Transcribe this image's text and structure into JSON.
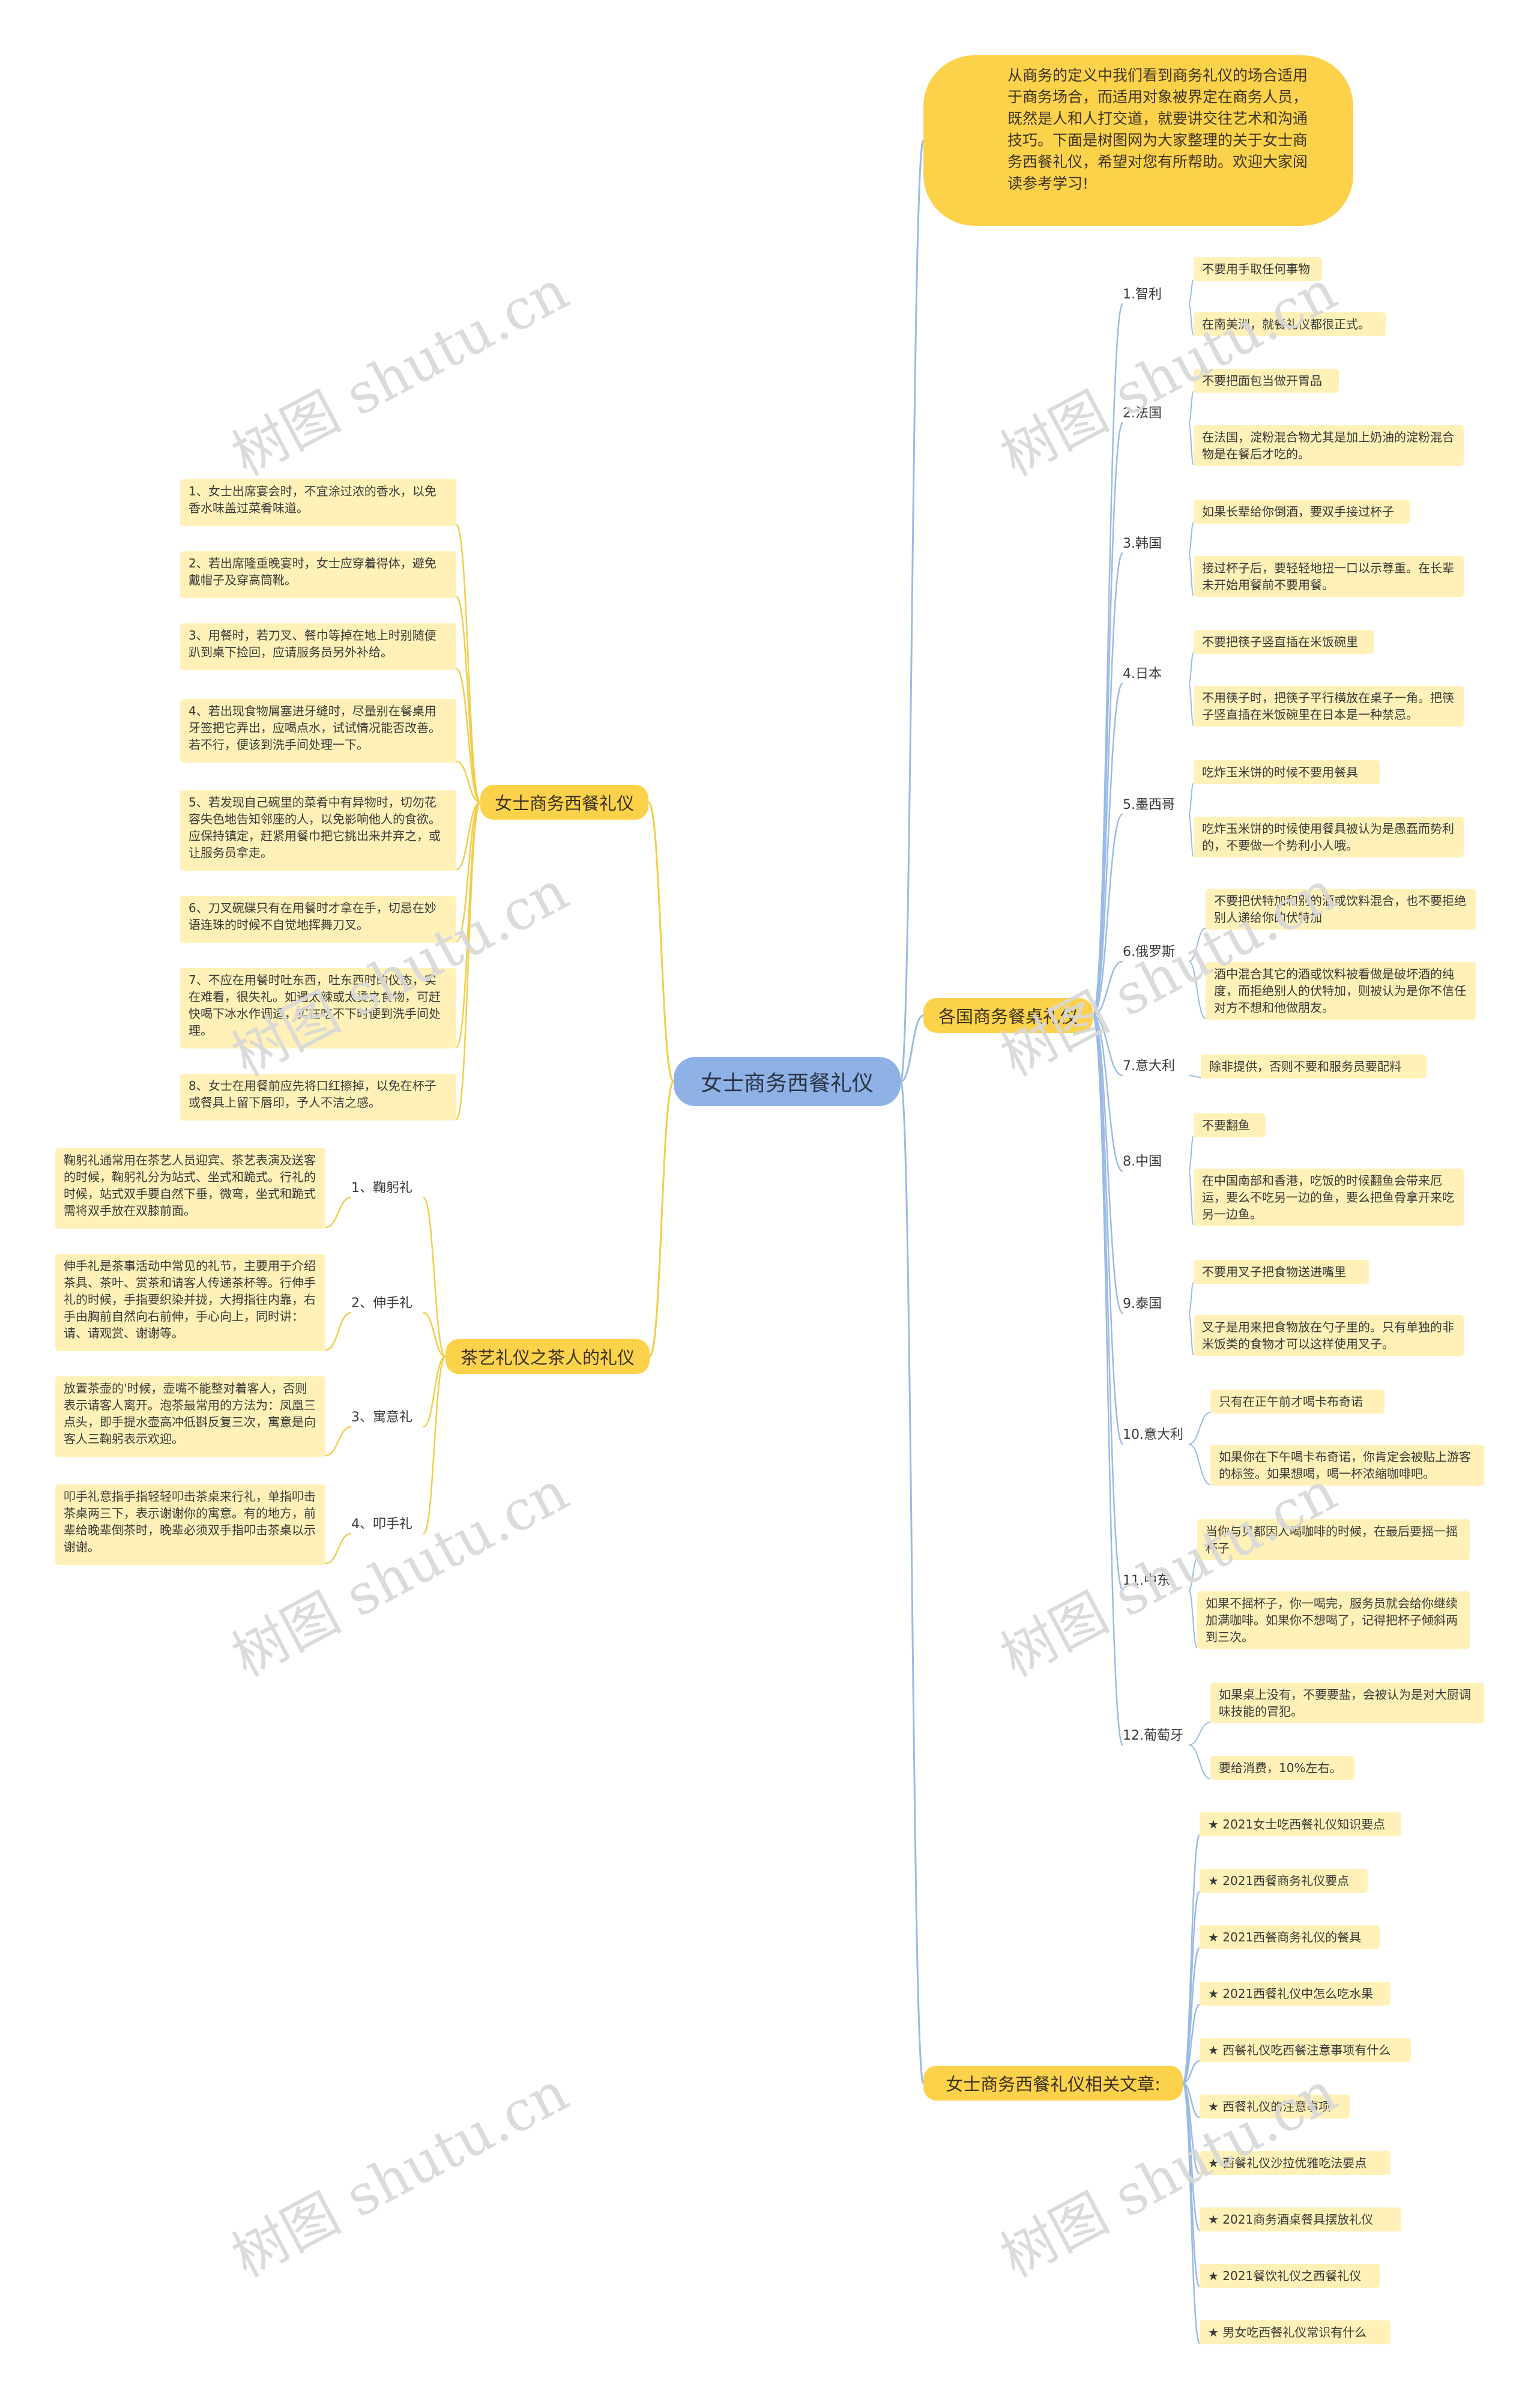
{
  "root": "女士商务西餐礼仪",
  "intro": "从商务的定义中我们看到商务礼仪的场合适用于商务场合，而适用对象被界定在商务人员，既然是人和人打交道，就要讲交往艺术和沟通技巧。下面是树图网为大家整理的关于女士商务西餐礼仪，希望对您有所帮助。欢迎大家阅读参考学习!",
  "branches": {
    "left1": "女士商务西餐礼仪",
    "left2": "茶艺礼仪之茶人的礼仪",
    "right1": "各国商务餐桌礼仪",
    "right2": "女士商务西餐礼仪相关文章:"
  },
  "left1_items": [
    "1、女士出席宴会时，不宜涂过浓的香水，以免香水味盖过菜肴味道。",
    "2、若出席隆重晚宴时，女士应穿着得体，避免戴帽子及穿高筒靴。",
    "3、用餐时，若刀叉、餐巾等掉在地上时别随便趴到桌下捡回，应请服务员另外补给。",
    "4、若出现食物屑塞进牙缝时，尽量别在餐桌用牙签把它弄出，应喝点水，试试情况能否改善。若不行，便该到洗手间处理一下。",
    "5、若发现自己碗里的菜肴中有异物时，切勿花容失色地告知邻座的人，以免影响他人的食欲。应保持镇定，赶紧用餐巾把它挑出来并弃之，或让服务员拿走。",
    "6、刀叉碗碟只有在用餐时才拿在手，切忌在妙语连珠的时候不自觉地挥舞刀叉。",
    "7、不应在用餐时吐东西，吐东西时的仪态，实在难看，很失礼。如遇太辣或太烫之食物，可赶快喝下冰水作调适，实在吃不下时便到洗手间处理。",
    "8、女士在用餐前应先将口红擦掉，以免在杯子或餐具上留下唇印，予人不洁之感。"
  ],
  "left2_subs": [
    "1、鞠躬礼",
    "2、伸手礼",
    "3、寓意礼",
    "4、叩手礼"
  ],
  "left2_items": [
    "鞠躬礼通常用在茶艺人员迎宾、茶艺表演及送客的时候，鞠躬礼分为站式、坐式和跪式。行礼的时候，站式双手要自然下垂，微弯，坐式和跪式需将双手放在双膝前面。",
    "伸手礼是茶事活动中常见的礼节，主要用于介绍茶具、茶叶、赏茶和请客人传递茶杯等。行伸手礼的时候，手指要织染并拢，大拇指往内靠，右手由胸前自然向右前伸，手心向上，同时讲：请、请观赏、谢谢等。",
    "放置茶壶的'时候，壶嘴不能整对着客人，否则表示请客人离开。泡茶最常用的方法为：凤凰三点头，即手提水壶高冲低斟反复三次，寓意是向客人三鞠躬表示欢迎。",
    "叩手礼意指手指轻轻叩击茶桌来行礼，单指叩击茶桌两三下，表示谢谢你的寓意。有的地方，前辈给晚辈倒茶时，晚辈必须双手指叩击茶桌以示谢谢。"
  ],
  "countries": [
    {
      "name": "1.智利",
      "items": [
        "不要用手取任何事物",
        "在南美洲，就餐礼仪都很正式。"
      ]
    },
    {
      "name": "2.法国",
      "items": [
        "不要把面包当做开胃品",
        "在法国，淀粉混合物尤其是加上奶油的淀粉混合物是在餐后才吃的。"
      ]
    },
    {
      "name": "3.韩国",
      "items": [
        "如果长辈给你倒酒，要双手接过杯子",
        "接过杯子后，要轻轻地扭一口以示尊重。在长辈未开始用餐前不要用餐。"
      ]
    },
    {
      "name": "4.日本",
      "items": [
        "不要把筷子竖直插在米饭碗里",
        "不用筷子时，把筷子平行横放在桌子一角。把筷子竖直插在米饭碗里在日本是一种禁忌。"
      ]
    },
    {
      "name": "5.墨西哥",
      "items": [
        "吃炸玉米饼的时候不要用餐具",
        "吃炸玉米饼的时候使用餐具被认为是愚蠢而势利的，不要做一个势利小人哦。"
      ]
    },
    {
      "name": "6.俄罗斯",
      "items": [
        "不要把伏特加和别的酒或饮料混合，也不要拒绝别人递给你的伏特加",
        "酒中混合其它的酒或饮料被看做是破坏酒的纯度，而拒绝别人的伏特加，则被认为是你不信任对方不想和他做朋友。"
      ]
    },
    {
      "name": "7.意大利",
      "items": [
        "除非提供，否则不要和服务员要配料"
      ]
    },
    {
      "name": "8.中国",
      "items": [
        "不要翻鱼",
        "在中国南部和香港，吃饭的时候翻鱼会带来厄运，要么不吃另一边的鱼，要么把鱼骨拿开来吃另一边鱼。"
      ]
    },
    {
      "name": "9.泰国",
      "items": [
        "不要用叉子把食物送进嘴里",
        "叉子是用来把食物放在勺子里的。只有单独的非米饭类的食物才可以这样使用叉子。"
      ]
    },
    {
      "name": "10.意大利",
      "items": [
        "只有在正午前才喝卡布奇诺",
        "如果你在下午喝卡布奇诺，你肯定会被贴上游客的标签。如果想喝，喝一杯浓缩咖啡吧。"
      ]
    },
    {
      "name": "11.中东",
      "items": [
        "当你与贝都因人喝咖啡的时候，在最后要摇一摇杯子",
        "如果不摇杯子，你一喝完，服务员就会给你继续加满咖啡。如果你不想喝了，记得把杯子倾斜两到三次。"
      ]
    },
    {
      "name": "12.葡萄牙",
      "items": [
        "如果桌上没有，不要要盐，会被认为是对大厨调味技能的冒犯。",
        "要给消费，10%左右。"
      ]
    }
  ],
  "articles": [
    "★ 2021女士吃西餐礼仪知识要点",
    "★ 2021西餐商务礼仪要点",
    "★ 2021西餐商务礼仪的餐具",
    "★ 2021西餐礼仪中怎么吃水果",
    "★ 西餐礼仪吃西餐注意事项有什么",
    "★ 西餐礼仪的注意事项",
    "★ 西餐礼仪沙拉优雅吃法要点",
    "★ 2021商务酒桌餐具摆放礼仪",
    "★ 2021餐饮礼仪之西餐礼仪",
    "★ 男女吃西餐礼仪常识有什么"
  ],
  "watermark": "树图 shutu.cn",
  "colors": {
    "root": "#8fb2e6",
    "branch": "#fdd24b",
    "leaf": "#fff1b8",
    "line_left": "#f2cd4a",
    "line_right": "#9bbbe4"
  }
}
